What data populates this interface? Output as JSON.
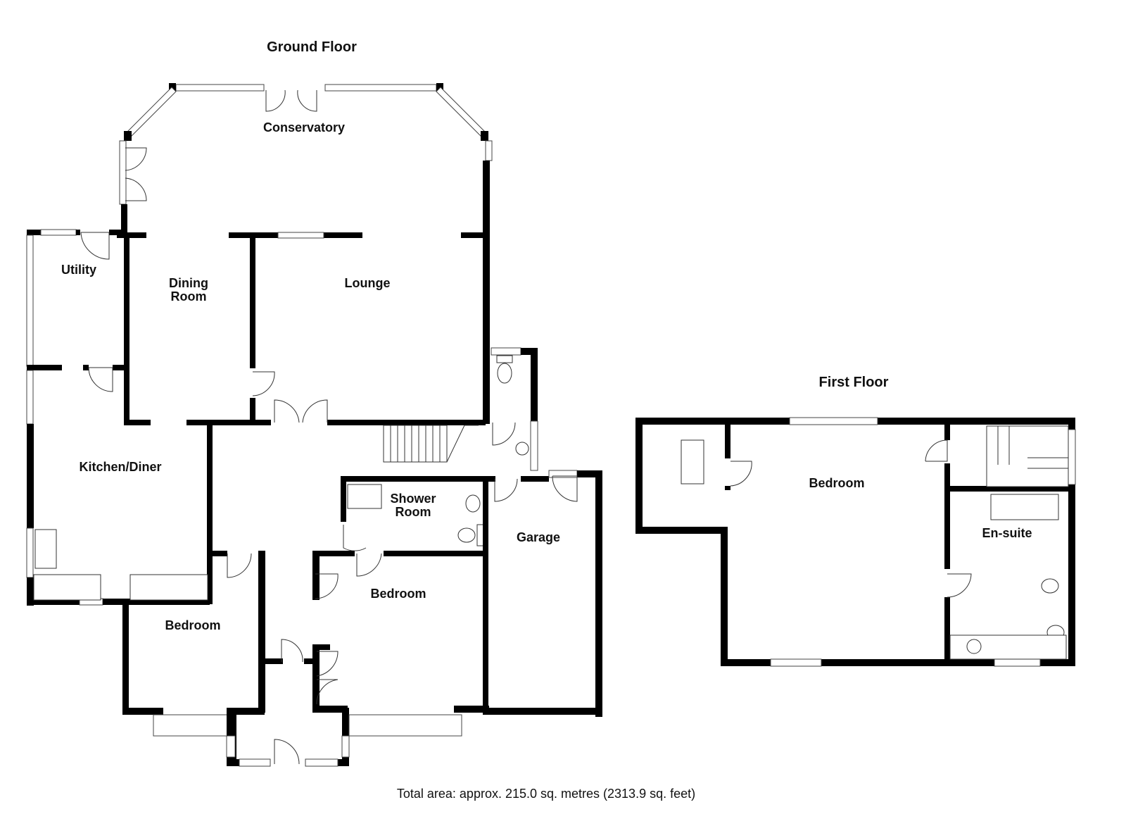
{
  "floors": {
    "ground": "Ground Floor",
    "first": "First Floor"
  },
  "rooms": {
    "conservatory": "Conservatory",
    "utility": "Utility",
    "dining_line1": "Dining",
    "dining_line2": "Room",
    "lounge": "Lounge",
    "kitchen": "Kitchen/Diner",
    "shower_line1": "Shower",
    "shower_line2": "Room",
    "garage": "Garage",
    "bedroom_center": "Bedroom",
    "bedroom_left": "Bedroom",
    "bedroom_first": "Bedroom",
    "ensuite": "En-suite"
  },
  "footer": "Total area: approx. 215.0 sq. metres (2313.9 sq. feet)",
  "colors": {
    "wall": "#000000",
    "window": "#ffffff",
    "background": "#ffffff"
  }
}
